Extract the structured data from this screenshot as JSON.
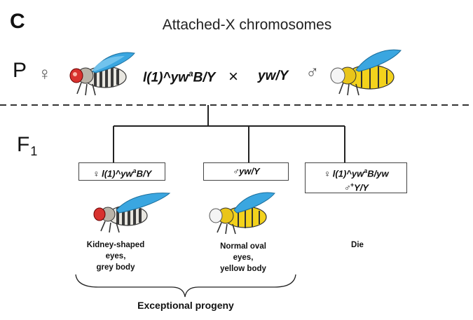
{
  "panel_letter": "C",
  "title": "Attached-X chromosomes",
  "parental": {
    "generation_label": "P",
    "female_symbol": "♀",
    "female_genotype_pre": "l(1)^yw",
    "female_genotype_sup": "a",
    "female_genotype_post": "B/Y",
    "cross_symbol": "×",
    "male_genotype": "yw/Y",
    "male_symbol": "♂"
  },
  "f1": {
    "generation_label": "F",
    "generation_sub": "1",
    "progeny": [
      {
        "box_line1_pre": "♀ l(1)^yw",
        "box_line1_sup": "a",
        "box_line1_post": "B/Y",
        "description": [
          "Kidney-shaped",
          "eyes,",
          "grey body"
        ]
      },
      {
        "box_line1": "♂yw/Y",
        "description": [
          "Normal oval",
          "eyes,",
          "yellow body"
        ]
      },
      {
        "box_line1_pre": "♀ l(1)^yw",
        "box_line1_sup": "a",
        "box_line1_post": "B/yw",
        "box_line2_pre": "♂",
        "box_line2_sup": "+",
        "box_line2_post": "Y/Y",
        "description": [
          "Die"
        ]
      }
    ],
    "bracket_label": "Exceptional progeny"
  },
  "fly_colors": {
    "grey_body": "#e8e6e0",
    "stripe": "#3a3a3a",
    "yellow_body": "#f3d21c",
    "wing": "#3aa6e0",
    "red_eye": "#d8322f",
    "white_eye": "#f4f4f4"
  }
}
